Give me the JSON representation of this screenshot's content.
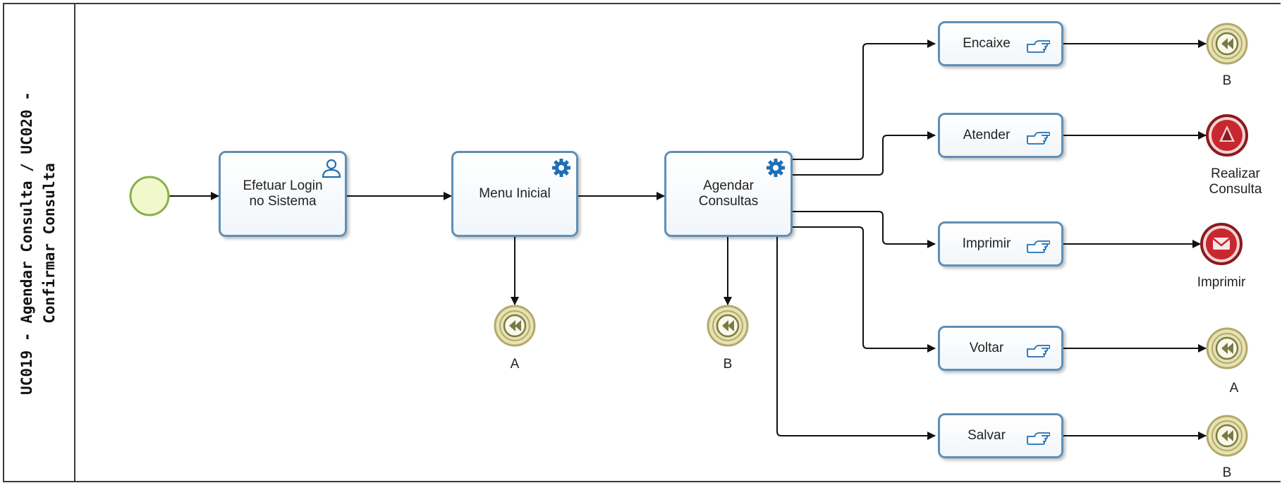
{
  "pool": {
    "title_line1": "UC019 - Agendar Consulta / UC020 -",
    "title_line2": "Confirmar Consulta"
  },
  "tasks": {
    "login": "Efetuar Login no Sistema",
    "menu": "Menu Inicial",
    "agendar": "Agendar Consultas",
    "encaixe": "Encaixe",
    "atender": "Atender",
    "imprimir": "Imprimir",
    "voltar": "Voltar",
    "salvar": "Salvar"
  },
  "task_types": {
    "login": "user-task-icon",
    "menu": "service-task-icon",
    "agendar": "service-task-icon",
    "encaixe": "manual-task-icon",
    "atender": "manual-task-icon",
    "imprimir": "manual-task-icon",
    "voltar": "manual-task-icon",
    "salvar": "manual-task-icon"
  },
  "events": {
    "start": "start-event",
    "menu_link": "A",
    "agendar_link": "B",
    "encaixe_link": "B",
    "atender_end": "Realizar Consulta",
    "imprimir_end": "Imprimir",
    "voltar_link": "A",
    "salvar_link": "B"
  },
  "colors": {
    "task_border": "#5e8fb8",
    "start_fill": "#f1f9cc",
    "start_stroke": "#88b048",
    "link_fill": "#e7e2b4",
    "link_stroke": "#b3a96a",
    "end_fill": "#c9272e",
    "end_stroke": "#8a1a1f",
    "service_icon": "#1f6fb5",
    "line": "#111111"
  }
}
